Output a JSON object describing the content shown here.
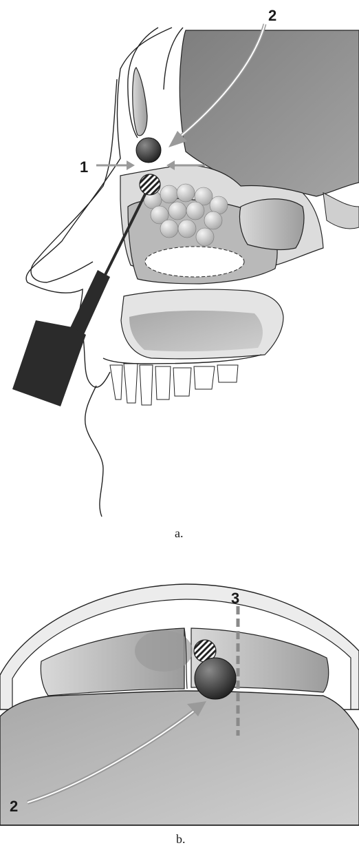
{
  "panel_a": {
    "caption": "a.",
    "labels": {
      "one": "1",
      "two": "2"
    }
  },
  "panel_b": {
    "caption": "b.",
    "labels": {
      "two": "2",
      "three": "3"
    }
  },
  "colors": {
    "outline": "#222222",
    "bone_light": "#e6e6e6",
    "soft_tissue": "#c8c8c8",
    "brain": "#8e8e8e",
    "sinus": "#b4b4b4",
    "balloon": "#3a3a3a",
    "arrow": "#9a9a9a",
    "instrument": "#2b2b2b"
  }
}
